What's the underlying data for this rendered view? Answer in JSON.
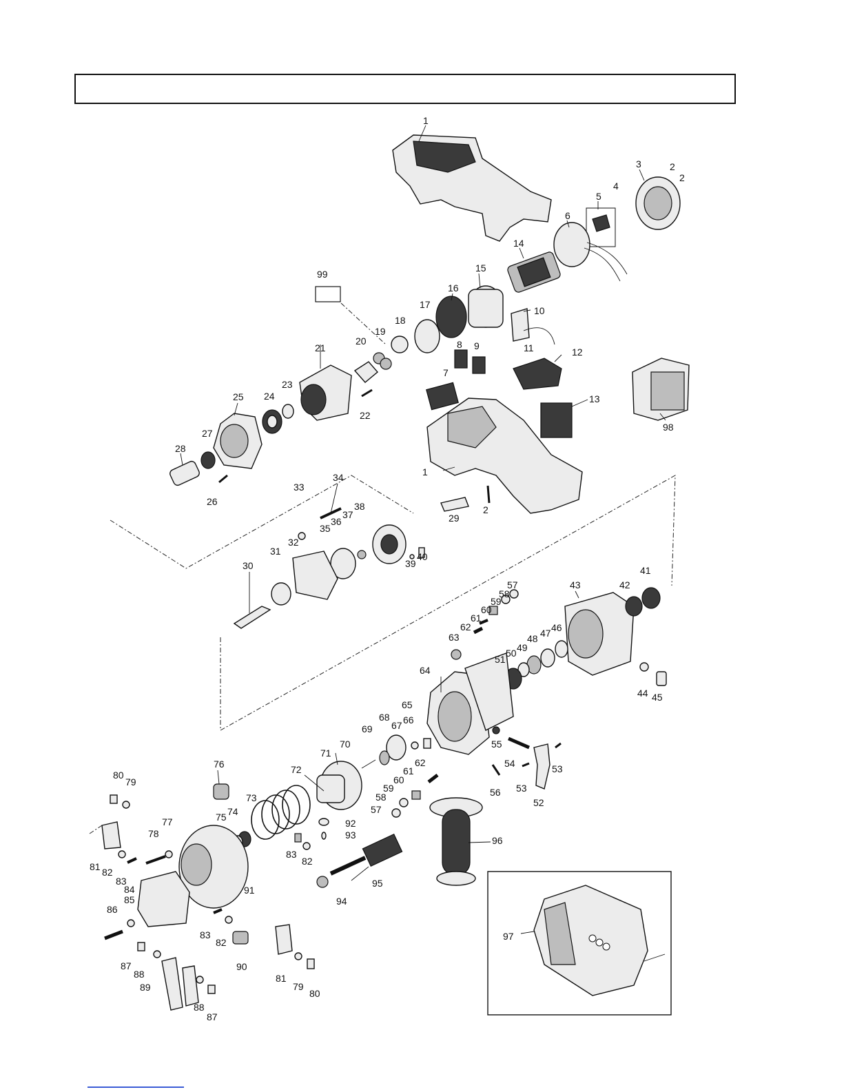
{
  "header": {
    "title": ""
  },
  "parts": [
    {
      "id": "1a",
      "label": "1"
    },
    {
      "id": "2a",
      "label": "2"
    },
    {
      "id": "2b",
      "label": "2"
    },
    {
      "id": "3",
      "label": "3"
    },
    {
      "id": "4",
      "label": "4"
    },
    {
      "id": "5",
      "label": "5"
    },
    {
      "id": "6",
      "label": "6"
    },
    {
      "id": "14",
      "label": "14"
    },
    {
      "id": "15",
      "label": "15"
    },
    {
      "id": "16",
      "label": "16"
    },
    {
      "id": "17",
      "label": "17"
    },
    {
      "id": "18",
      "label": "18"
    },
    {
      "id": "19",
      "label": "19"
    },
    {
      "id": "20",
      "label": "20"
    },
    {
      "id": "21",
      "label": "21"
    },
    {
      "id": "22",
      "label": "22"
    },
    {
      "id": "23",
      "label": "23"
    },
    {
      "id": "24",
      "label": "24"
    },
    {
      "id": "25",
      "label": "25"
    },
    {
      "id": "26",
      "label": "26"
    },
    {
      "id": "27",
      "label": "27"
    },
    {
      "id": "28",
      "label": "28"
    },
    {
      "id": "99",
      "label": "99"
    },
    {
      "id": "10",
      "label": "10"
    },
    {
      "id": "11",
      "label": "11"
    },
    {
      "id": "12",
      "label": "12"
    },
    {
      "id": "8",
      "label": "8"
    },
    {
      "id": "9",
      "label": "9"
    },
    {
      "id": "7",
      "label": "7"
    },
    {
      "id": "13",
      "label": "13"
    },
    {
      "id": "98",
      "label": "98"
    },
    {
      "id": "1b",
      "label": "1"
    },
    {
      "id": "29",
      "label": "29"
    },
    {
      "id": "2c",
      "label": "2"
    },
    {
      "id": "33",
      "label": "33"
    },
    {
      "id": "34",
      "label": "34"
    },
    {
      "id": "35",
      "label": "35"
    },
    {
      "id": "36",
      "label": "36"
    },
    {
      "id": "37",
      "label": "37"
    },
    {
      "id": "38",
      "label": "38"
    },
    {
      "id": "39",
      "label": "39"
    },
    {
      "id": "40",
      "label": "40"
    },
    {
      "id": "31",
      "label": "31"
    },
    {
      "id": "32",
      "label": "32"
    },
    {
      "id": "30",
      "label": "30"
    },
    {
      "id": "57a",
      "label": "57"
    },
    {
      "id": "58a",
      "label": "58"
    },
    {
      "id": "59a",
      "label": "59"
    },
    {
      "id": "60a",
      "label": "60"
    },
    {
      "id": "61a",
      "label": "61"
    },
    {
      "id": "62a",
      "label": "62"
    },
    {
      "id": "63",
      "label": "63"
    },
    {
      "id": "43",
      "label": "43"
    },
    {
      "id": "42",
      "label": "42"
    },
    {
      "id": "41",
      "label": "41"
    },
    {
      "id": "46",
      "label": "46"
    },
    {
      "id": "47",
      "label": "47"
    },
    {
      "id": "48",
      "label": "48"
    },
    {
      "id": "49",
      "label": "49"
    },
    {
      "id": "50",
      "label": "50"
    },
    {
      "id": "51",
      "label": "51"
    },
    {
      "id": "44",
      "label": "44"
    },
    {
      "id": "45",
      "label": "45"
    },
    {
      "id": "64",
      "label": "64"
    },
    {
      "id": "65",
      "label": "65"
    },
    {
      "id": "66",
      "label": "66"
    },
    {
      "id": "67",
      "label": "67"
    },
    {
      "id": "68",
      "label": "68"
    },
    {
      "id": "69",
      "label": "69"
    },
    {
      "id": "70",
      "label": "70"
    },
    {
      "id": "71",
      "label": "71"
    },
    {
      "id": "72",
      "label": "72"
    },
    {
      "id": "55",
      "label": "55"
    },
    {
      "id": "54",
      "label": "54"
    },
    {
      "id": "53a",
      "label": "53"
    },
    {
      "id": "53b",
      "label": "53"
    },
    {
      "id": "52",
      "label": "52"
    },
    {
      "id": "56",
      "label": "56"
    },
    {
      "id": "61b",
      "label": "61"
    },
    {
      "id": "62b",
      "label": "62"
    },
    {
      "id": "60b",
      "label": "60"
    },
    {
      "id": "59b",
      "label": "59"
    },
    {
      "id": "58b",
      "label": "58"
    },
    {
      "id": "57b",
      "label": "57"
    },
    {
      "id": "76",
      "label": "76"
    },
    {
      "id": "80a",
      "label": "80"
    },
    {
      "id": "79a",
      "label": "79"
    },
    {
      "id": "73",
      "label": "73"
    },
    {
      "id": "74",
      "label": "74"
    },
    {
      "id": "75",
      "label": "75"
    },
    {
      "id": "77",
      "label": "77"
    },
    {
      "id": "78",
      "label": "78"
    },
    {
      "id": "92",
      "label": "92"
    },
    {
      "id": "93",
      "label": "93"
    },
    {
      "id": "83a",
      "label": "83"
    },
    {
      "id": "82a",
      "label": "82"
    },
    {
      "id": "96",
      "label": "96"
    },
    {
      "id": "81a",
      "label": "81"
    },
    {
      "id": "82b",
      "label": "82"
    },
    {
      "id": "83b",
      "label": "83"
    },
    {
      "id": "84",
      "label": "84"
    },
    {
      "id": "91",
      "label": "91"
    },
    {
      "id": "94",
      "label": "94"
    },
    {
      "id": "95",
      "label": "95"
    },
    {
      "id": "85",
      "label": "85"
    },
    {
      "id": "86",
      "label": "86"
    },
    {
      "id": "83c",
      "label": "83"
    },
    {
      "id": "82c",
      "label": "82"
    },
    {
      "id": "90",
      "label": "90"
    },
    {
      "id": "81b",
      "label": "81"
    },
    {
      "id": "79b",
      "label": "79"
    },
    {
      "id": "80b",
      "label": "80"
    },
    {
      "id": "87a",
      "label": "87"
    },
    {
      "id": "88a",
      "label": "88"
    },
    {
      "id": "89",
      "label": "89"
    },
    {
      "id": "88b",
      "label": "88"
    },
    {
      "id": "87b",
      "label": "87"
    },
    {
      "id": "97",
      "label": "97"
    }
  ]
}
